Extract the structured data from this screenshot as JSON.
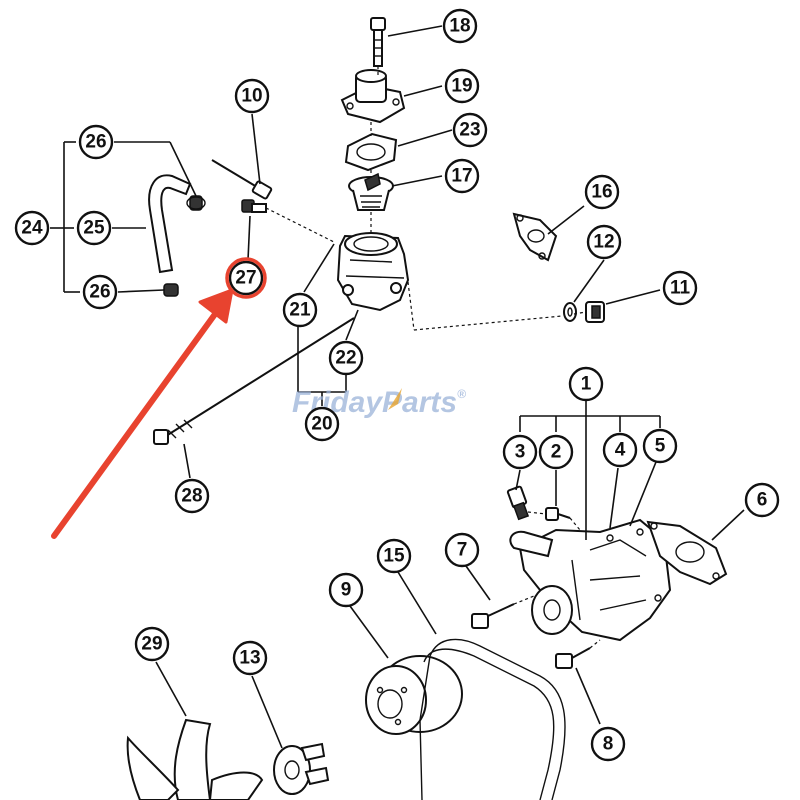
{
  "watermark": {
    "text_left": "Friday",
    "text_right": "Parts",
    "mark": "®",
    "color": "#9bb3d9",
    "accent_color": "#e8a530"
  },
  "highlight": {
    "callout": "27",
    "color": "#e8432f"
  },
  "callouts": [
    "1",
    "2",
    "3",
    "4",
    "5",
    "6",
    "7",
    "8",
    "9",
    "10",
    "11",
    "12",
    "13",
    "15",
    "16",
    "17",
    "18",
    "19",
    "20",
    "21",
    "22",
    "23",
    "24",
    "25",
    "26",
    "26",
    "27",
    "28",
    "29"
  ]
}
